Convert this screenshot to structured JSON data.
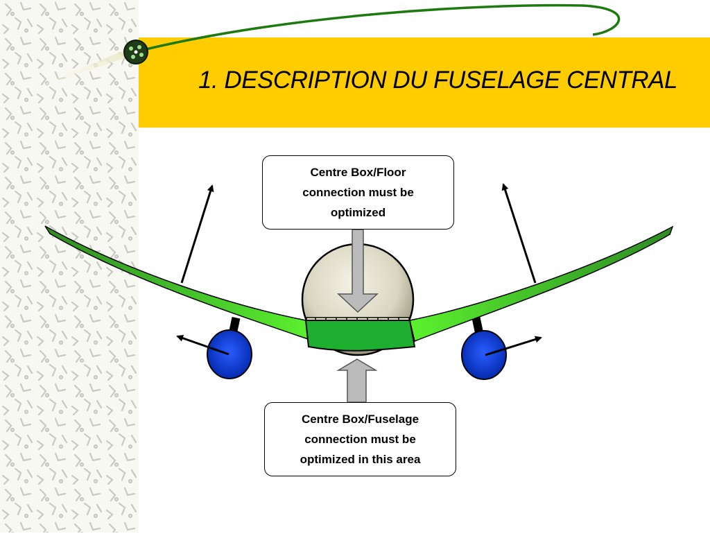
{
  "slide": {
    "title": "1. DESCRIPTION DU FUSELAGE CENTRAL"
  },
  "callouts": {
    "floor": {
      "lines": [
        "Centre Box/Floor",
        "connection must be",
        "optimized"
      ]
    },
    "fuselage": {
      "lines": [
        "Centre Box/Fuselage",
        "connection must be",
        "optimized in this area"
      ]
    }
  },
  "colors": {
    "title_band": "#FFCC00",
    "wing_green": "#55EE2A",
    "wing_dark_green": "#2E8B22",
    "centre_box_green": "#1FAF30",
    "engine_blue": "#0033CC",
    "fuselage_beige": "#D8D4BE",
    "arrow_grey": "#BBBBBB",
    "orbit_green": "#1E7A10"
  }
}
